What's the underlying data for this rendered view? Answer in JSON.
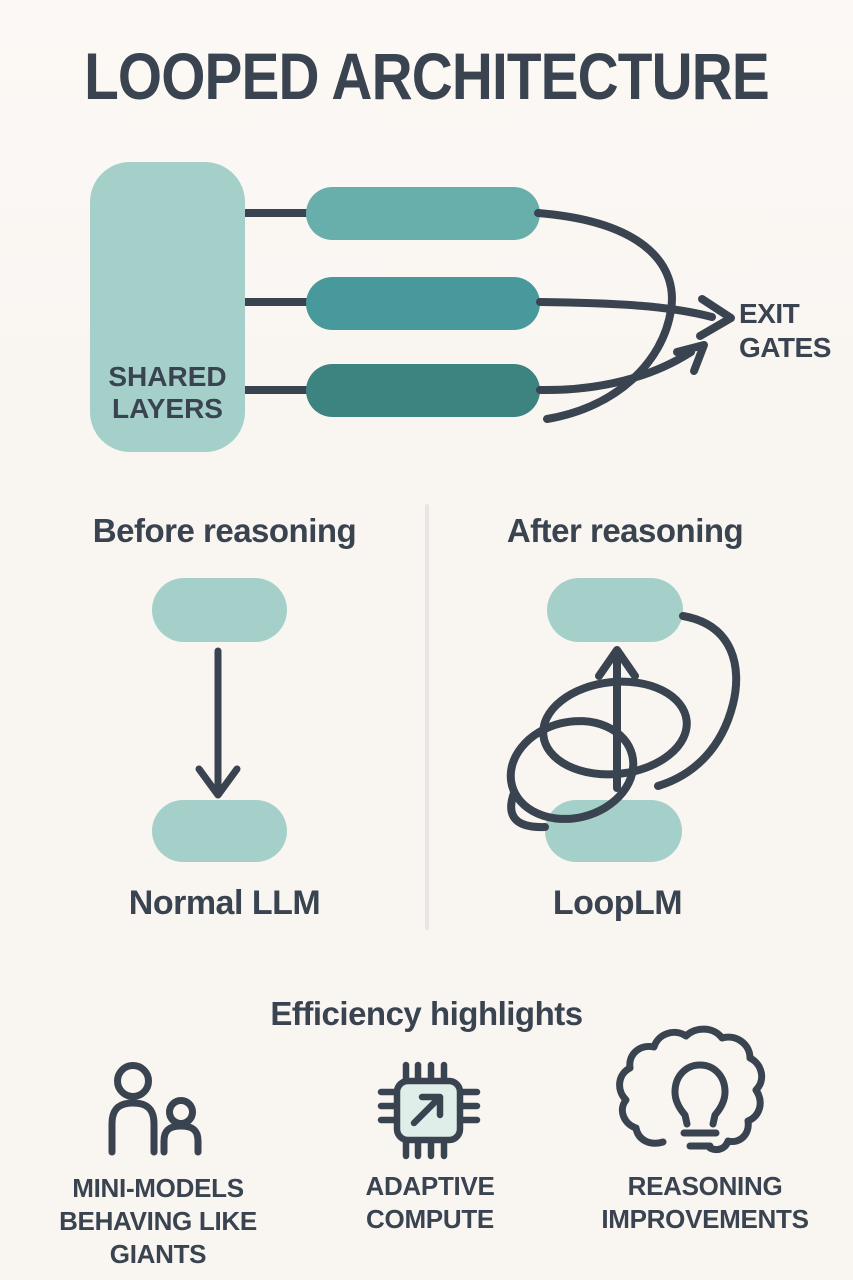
{
  "title": "LOOPED ARCHITECTURE",
  "top_diagram": {
    "shared_block": {
      "lines": [
        "SHARED",
        "LAYERS"
      ]
    },
    "exit_label": {
      "lines": [
        "EXIT",
        "GATES"
      ]
    }
  },
  "comparison": {
    "before": {
      "heading": "Before reasoning",
      "caption": "Normal LLM"
    },
    "after": {
      "heading": "After reasoning",
      "caption": "LoopLM"
    }
  },
  "highlights": {
    "heading": "Efficiency highlights",
    "items": [
      {
        "icon": "people-icon",
        "lines": [
          "MINI-MODELS",
          "BEHAVING LIKE",
          "GIANTS"
        ]
      },
      {
        "icon": "chip-icon",
        "lines": [
          "ADAPTIVE",
          "COMPUTE"
        ]
      },
      {
        "icon": "lightbulb-cloud-icon",
        "lines": [
          "REASONING",
          "IMPROVEMENTS"
        ]
      }
    ]
  },
  "palette": {
    "bg": "#f9f6f2",
    "ink": "#3a4350",
    "teal_light": "#a5d0c9",
    "teal_mid": "#68aeab",
    "teal_deep": "#47999b",
    "teal_dark": "#3d8380",
    "chip_fill": "#dfeee9",
    "divider": "#e8e6e2"
  }
}
